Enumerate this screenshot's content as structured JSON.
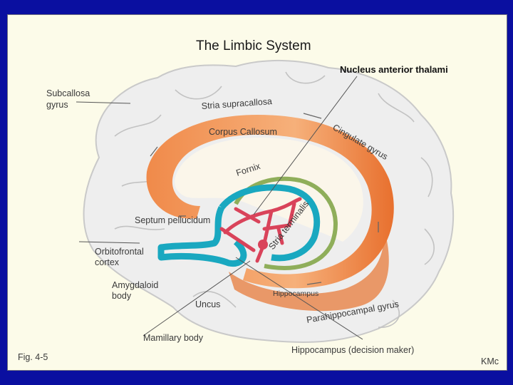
{
  "title": "The Limbic System",
  "labels": {
    "nucleus_anterior_thalami": "Nucleus anterior thalami",
    "subcallosa_line1": "Subcallosa",
    "subcallosa_line2": "gyrus",
    "stria_supracallosa": "Stria supracallosa",
    "corpus_callosum": "Corpus Callosum",
    "cingulate_gyrus": "Cingulate gyrus",
    "fornix": "Fornix",
    "septum_pellucidum": "Septum pellucidum",
    "stria_terminalis": "Stria terminalis",
    "orbitofrontal_line1": "Orbitofrontal",
    "orbitofrontal_line2": "cortex",
    "amygdaloid_line1": "Amygdaloid",
    "amygdaloid_line2": "body",
    "uncus": "Uncus",
    "hippocampus_inner": "Hippocampus",
    "parahippocampal_gyrus": "Parahippocampal gyrus",
    "mamillary_body": "Mamillary body",
    "hippocampus_decision": "Hippocampus (decision maker)"
  },
  "figure_number": "Fig. 4-5",
  "credit": "KMc",
  "colors": {
    "border": "#0a0fa0",
    "background": "#fcfbe9",
    "brain": "#eeeeee",
    "cingulate": "#e8783a",
    "fornix": "#19a8c0",
    "stria_terminalis": "#8fae5a",
    "vessels": "#d9435a"
  }
}
